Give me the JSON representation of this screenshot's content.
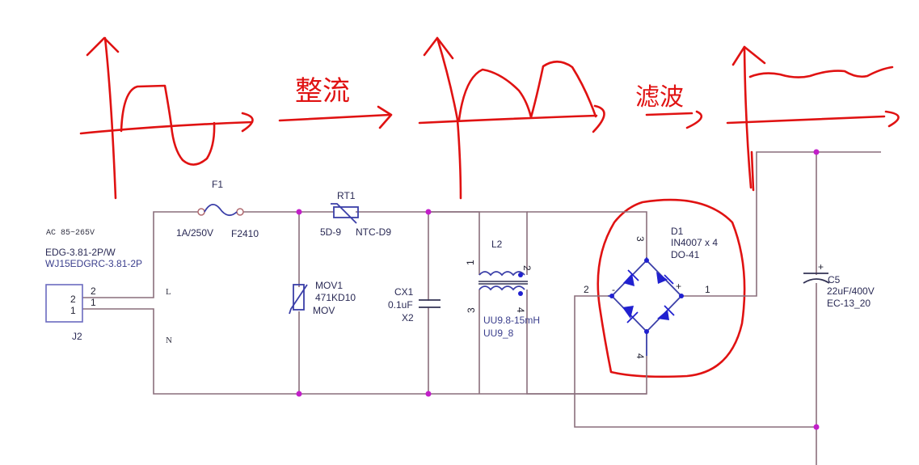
{
  "annotations": {
    "stage1_label": "整流",
    "stage2_label": "滤波",
    "waveforms": [
      "ac-input-waveform",
      "rectified-waveform",
      "filtered-dc-waveform"
    ]
  },
  "connector": {
    "input_spec": "AC 85~265V",
    "part1": "EDG-3.81-2P/W",
    "part2": "WJ15EDGRC-3.81-2P",
    "designator": "J2",
    "pin_inner_2": "2",
    "pin_inner_1": "1",
    "pin_outer_2": "2",
    "pin_outer_1": "1",
    "line_L": "L",
    "line_N": "N"
  },
  "fuse": {
    "designator": "F1",
    "rating": "1A/250V",
    "part": "F2410"
  },
  "thermistor": {
    "designator": "RT1",
    "value": "5D-9",
    "part": "NTC-D9"
  },
  "varistor": {
    "designator": "MOV1",
    "value": "471KD10",
    "part": "MOV"
  },
  "x_capacitor": {
    "designator": "CX1",
    "value": "0.1uF",
    "part": "X2"
  },
  "common_mode_choke": {
    "designator": "L2",
    "value": "UU9.8-15mH",
    "part": "UU9_8",
    "pins": [
      "1",
      "2",
      "3",
      "4"
    ]
  },
  "bridge_rectifier": {
    "designator": "D1",
    "value": "IN4007 x 4",
    "package": "DO-41",
    "pins": [
      "1",
      "2",
      "3",
      "4"
    ],
    "minus": "-",
    "plus": "+"
  },
  "bulk_capacitor": {
    "designator": "C5",
    "value": "22uF/400V",
    "part": "EC-13_20",
    "polarity": "+"
  },
  "colors": {
    "wire": "#8a6f7c",
    "component": "#3b3fa8",
    "junction": "#c21fc9",
    "ink": "#e01212"
  }
}
